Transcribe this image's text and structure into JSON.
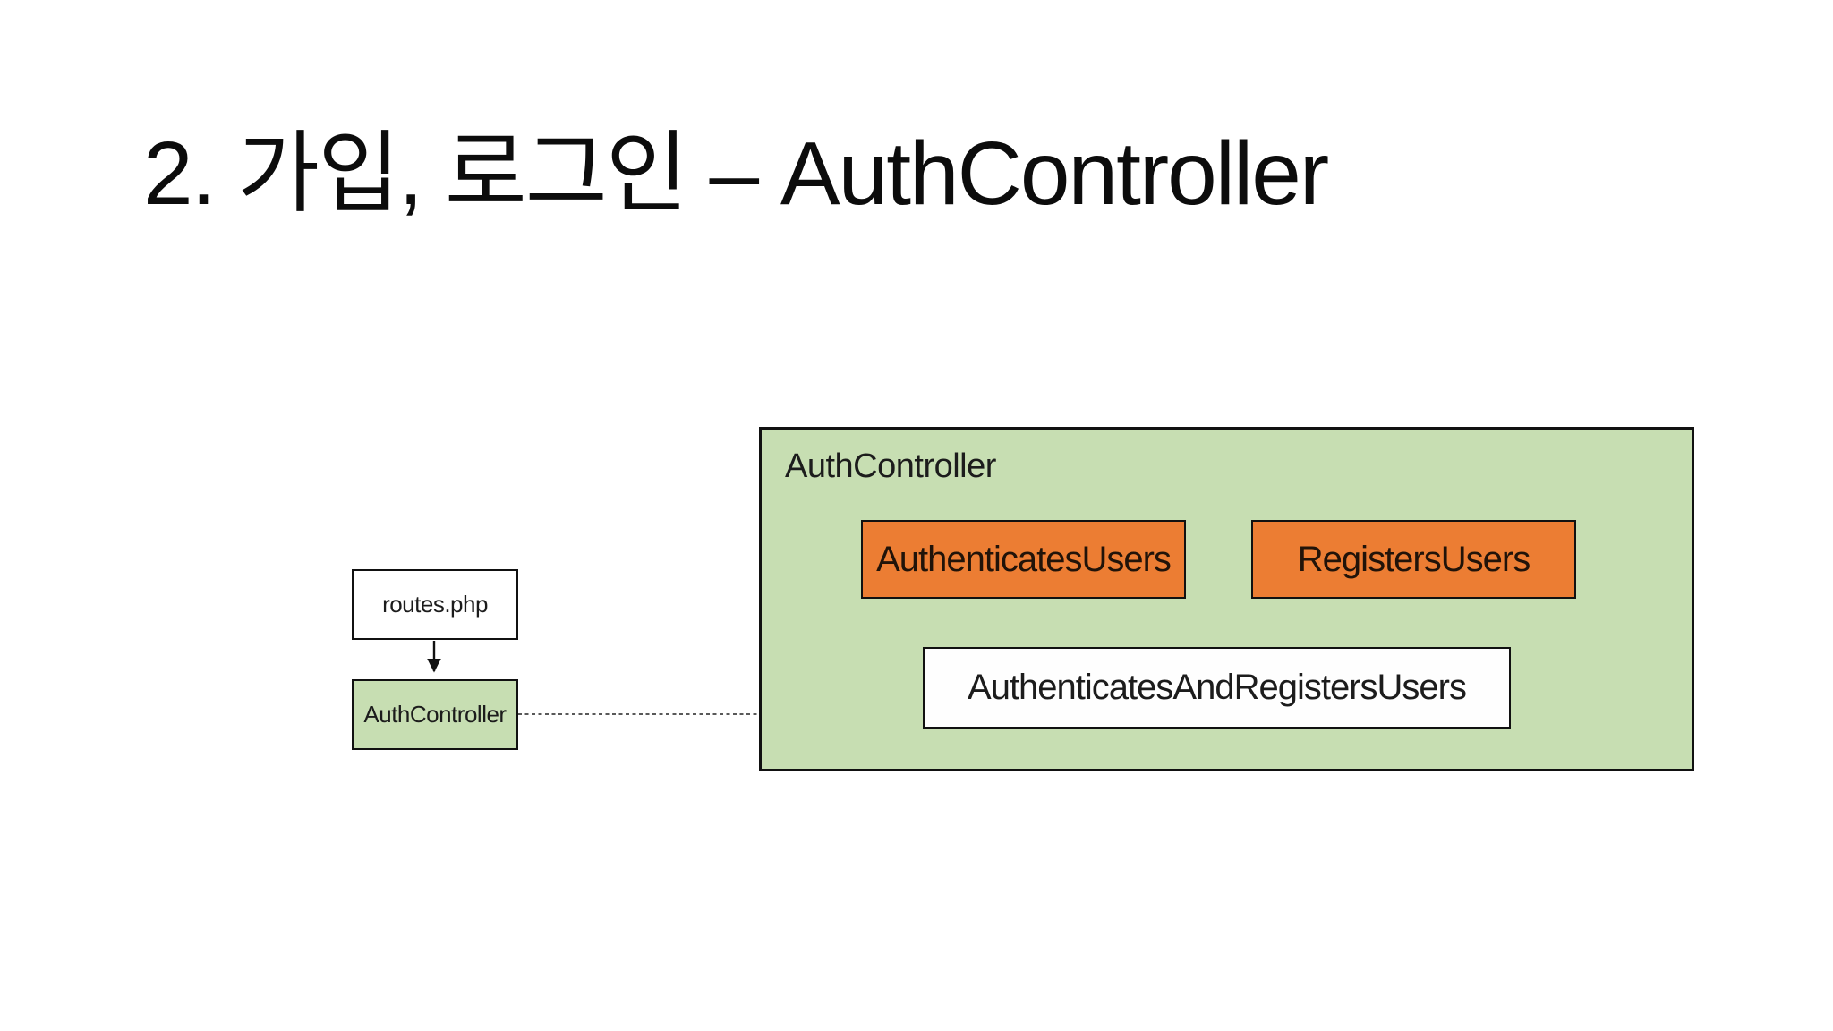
{
  "slide": {
    "title": "2. 가입, 로그인 – AuthController",
    "background": "#ffffff"
  },
  "diagram": {
    "routes_box": {
      "label": "routes.php",
      "fill": "#ffffff"
    },
    "controller_box": {
      "label": "AuthController",
      "fill": "#c7deb2"
    },
    "container": {
      "label": "AuthController",
      "fill": "#c7deb2",
      "trait_boxes": [
        {
          "label": "AuthenticatesUsers",
          "fill": "#ec7d33"
        },
        {
          "label": "RegistersUsers",
          "fill": "#ec7d33"
        }
      ],
      "combined_box": {
        "label": "AuthenticatesAndRegistersUsers",
        "fill": "#ffffff"
      }
    },
    "connectors": {
      "routes_to_controller": "solid-arrow-down",
      "controller_to_container": "dashed-line",
      "traits_to_combined": "solid-arrows"
    },
    "colors": {
      "container_green": "#c7deb2",
      "trait_orange": "#ec7d33",
      "box_white": "#ffffff",
      "line_black": "#111111"
    }
  }
}
